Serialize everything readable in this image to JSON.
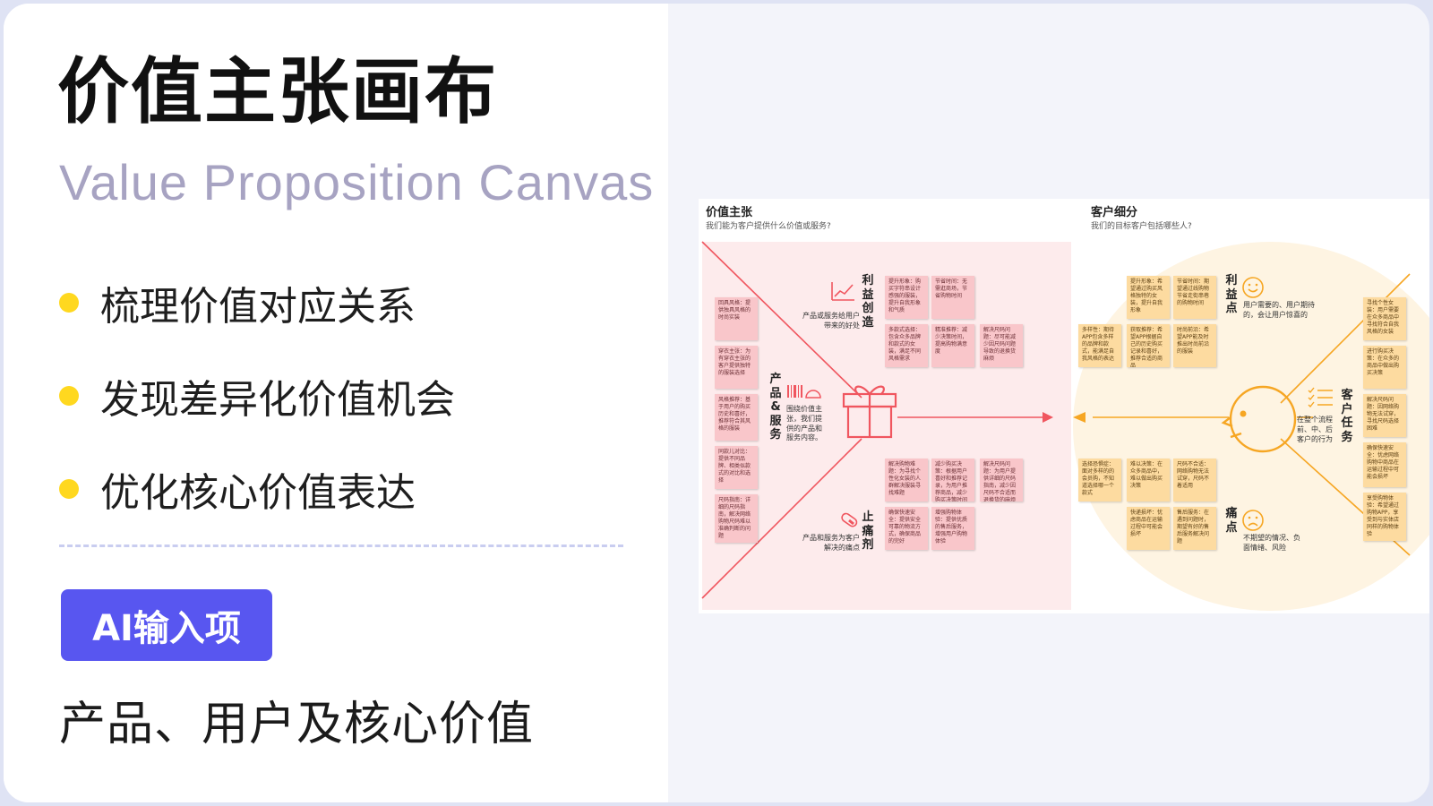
{
  "left": {
    "title": "价值主张画布",
    "subtitle": "Value Proposition Canvas",
    "bullets": [
      "梳理价值对应关系",
      "发现差异化价值机会",
      "优化核心价值表达"
    ],
    "ai_tag": "AI输入项",
    "ai_desc": "产品、用户及核心价值"
  },
  "colors": {
    "bullet_dot": "#ffd81f",
    "ai_tag_bg": "#5856f0",
    "value_side": "#f0565f",
    "customer_side": "#f6a623"
  },
  "canvas": {
    "value": {
      "title": "价值主张",
      "subtitle": "我们能为客户提供什么价值或服务?",
      "gain_creators": {
        "label": "利益创造",
        "icon": "rising-chart-icon",
        "desc": "产品或服务给用户带来的好处"
      },
      "products": {
        "label": "产品&服务",
        "icon": "barcode-cart-icon",
        "desc": "围绕价值主张，我们提供的产品和服务内容。"
      },
      "pain_relievers": {
        "label": "止痛剂",
        "icon": "pill-icon",
        "desc": "产品和服务为客户解决的痛点"
      },
      "center_icon": "gift-icon",
      "product_notes": [
        "回具风格：提供独具风格的时尚实装",
        "穿衣主张：为有穿衣主张的客户提供独特的服装选择",
        "风格推荐：基于用户的购买历史和喜好，推荐符合其风格的服装",
        "同款儿对比：提供不同品牌、相类似款式的对比和选择",
        "尺码指南：详细的尺码指南，解决网络购物尺码难以准确判断的问题"
      ],
      "gain_notes": [
        "提升形象：购买字符串设计感强的服装，提升自我形象和气质",
        "节省时间：无需逛商场，节省购物时间",
        "多款式选择：包含众多品牌和款式的女装，满足不同风格需求",
        "精准推荐：减少决策时间，提高购物满意度",
        "解决尺码问题：尽可能减少因尺码问题导致的退换货麻烦"
      ],
      "pain_notes": [
        "解决购物难题：为寻找个性化女装的人群解决服装寻找难题",
        "减少购买决策：根据用户喜好和推荐记录，为用户推荐商品，减少购买决策时间",
        "解决尺码问题：为用户提供详细的尺码指南，减少因尺码不合适而退换货的麻烦",
        "确保快速安全：提供安全可靠的物流方式，确保商品的完好",
        "增强购物体验：提供优质的售后服务，增强用户购物体验"
      ]
    },
    "customer": {
      "title": "客户细分",
      "subtitle": "我们的目标客户包括哪些人?",
      "gains": {
        "label": "利益点",
        "icon": "smile-icon",
        "desc": "用户需要的、用户期待的，会让用户惊喜的"
      },
      "jobs": {
        "label": "客户任务",
        "icon": "checklist-icon",
        "desc": "在整个流程前、中、后客户的行为"
      },
      "pains": {
        "label": "痛点",
        "icon": "frown-icon",
        "desc": "不期望的情况、负面情绪、风险"
      },
      "center_icon": "customer-face-icon",
      "gain_notes": [
        "提升形象：希望通过购买风格独特的女装，提升自我形象",
        "节省时间：期望通过线购物节省走街串巷的购物时间",
        "多样性：期待APP包含多样的品牌和款式，能满足自我风格的表达",
        "获取推荐：希望APP根据自己的历史购买记录和喜好，推荐合适的商品",
        "时尚前沿：希望APP能及时推出时尚前沿的服装"
      ],
      "job_notes": [
        "寻找个性女装：用户需要在众多商品中寻找符合自我风格的女装",
        "进行购买决策：在众多的商品中做出购买决策",
        "解决尺码问题：因网络购物无法试穿，寻找尺码选择困难",
        "确保快速安全：忧虑网络购物中商品在运输过程中可能会损坏",
        "享受购物体验：希望通过购物APP，享受到与实体店同样的购物体验"
      ],
      "pain_notes": [
        "选择恐惧症：面对多样的的会员购，不知道选择哪一个款式",
        "难以决策：在众多商品中，难以做出购买决策",
        "尺码不合适：网络购物无法试穿，尺码不着适用",
        "快递损坏：忧虑商品在运输过程中可能会损坏",
        "售后服务：在遇到问题时，期望有好的售后服务解决问题"
      ]
    }
  }
}
